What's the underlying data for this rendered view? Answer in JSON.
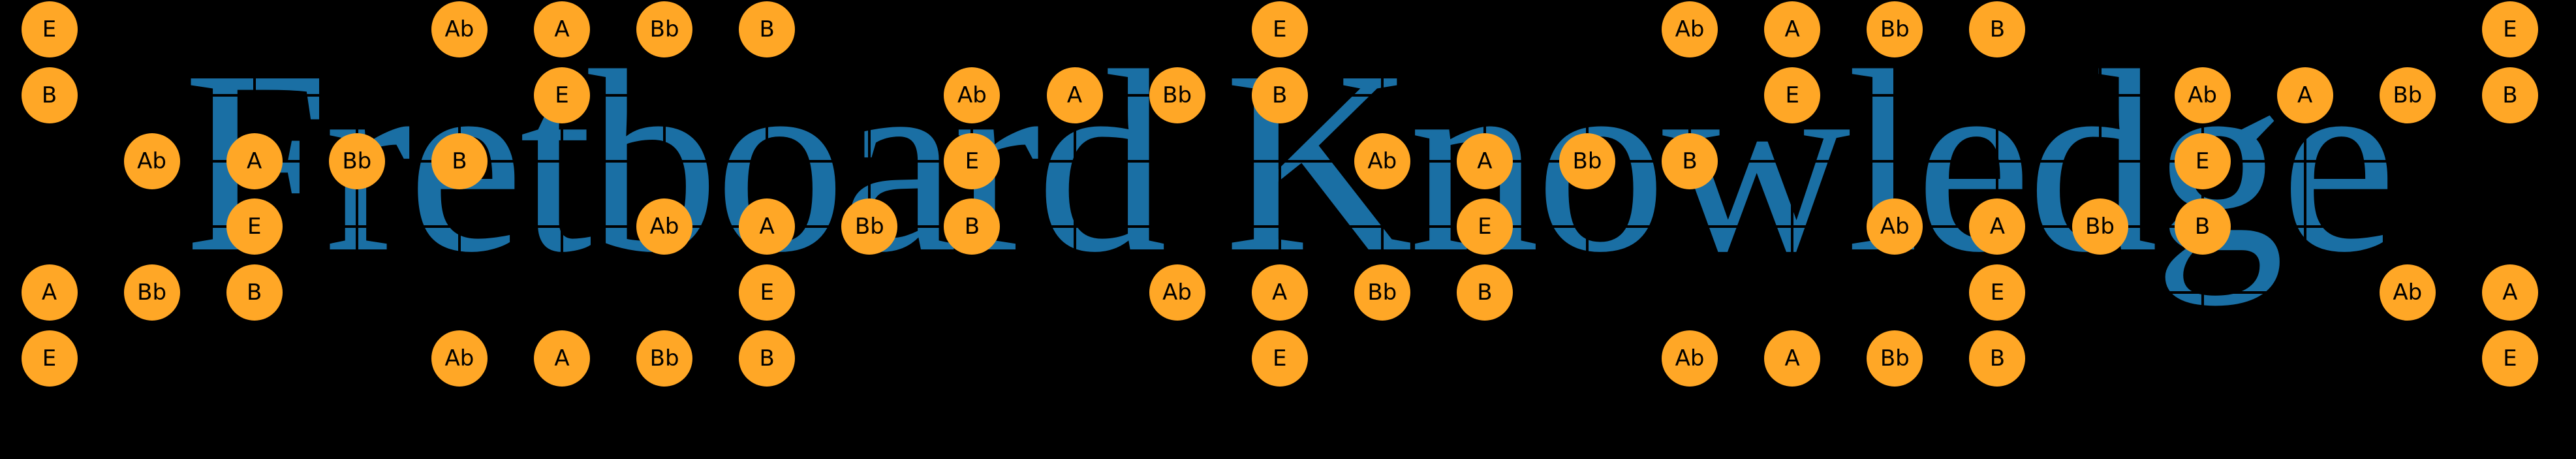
{
  "title": "Fretboard Knowledge",
  "colors": {
    "background": "#000000",
    "title": "#1a6fa4",
    "marker_fill": "#ffa726",
    "marker_text": "#000000",
    "grid_line": "#000000"
  },
  "fretboard": {
    "string_count": 6,
    "fret_count": 25,
    "note_labels_used": [
      "E",
      "Ab",
      "A",
      "Bb",
      "B"
    ],
    "strings": [
      {
        "notes": [
          {
            "fret": 0,
            "label": "E"
          },
          {
            "fret": 4,
            "label": "Ab"
          },
          {
            "fret": 5,
            "label": "A"
          },
          {
            "fret": 6,
            "label": "Bb"
          },
          {
            "fret": 7,
            "label": "B"
          },
          {
            "fret": 12,
            "label": "E"
          },
          {
            "fret": 16,
            "label": "Ab"
          },
          {
            "fret": 17,
            "label": "A"
          },
          {
            "fret": 18,
            "label": "Bb"
          },
          {
            "fret": 19,
            "label": "B"
          },
          {
            "fret": 24,
            "label": "E"
          }
        ]
      },
      {
        "notes": [
          {
            "fret": 0,
            "label": "B"
          },
          {
            "fret": 5,
            "label": "E"
          },
          {
            "fret": 9,
            "label": "Ab"
          },
          {
            "fret": 10,
            "label": "A"
          },
          {
            "fret": 11,
            "label": "Bb"
          },
          {
            "fret": 12,
            "label": "B"
          },
          {
            "fret": 17,
            "label": "E"
          },
          {
            "fret": 21,
            "label": "Ab"
          },
          {
            "fret": 22,
            "label": "A"
          },
          {
            "fret": 23,
            "label": "Bb"
          },
          {
            "fret": 24,
            "label": "B"
          }
        ]
      },
      {
        "notes": [
          {
            "fret": 1,
            "label": "Ab"
          },
          {
            "fret": 2,
            "label": "A"
          },
          {
            "fret": 3,
            "label": "Bb"
          },
          {
            "fret": 4,
            "label": "B"
          },
          {
            "fret": 9,
            "label": "E"
          },
          {
            "fret": 13,
            "label": "Ab"
          },
          {
            "fret": 14,
            "label": "A"
          },
          {
            "fret": 15,
            "label": "Bb"
          },
          {
            "fret": 16,
            "label": "B"
          },
          {
            "fret": 21,
            "label": "E"
          }
        ]
      },
      {
        "notes": [
          {
            "fret": 2,
            "label": "E"
          },
          {
            "fret": 6,
            "label": "Ab"
          },
          {
            "fret": 7,
            "label": "A"
          },
          {
            "fret": 8,
            "label": "Bb"
          },
          {
            "fret": 9,
            "label": "B"
          },
          {
            "fret": 14,
            "label": "E"
          },
          {
            "fret": 18,
            "label": "Ab"
          },
          {
            "fret": 19,
            "label": "A"
          },
          {
            "fret": 20,
            "label": "Bb"
          },
          {
            "fret": 21,
            "label": "B"
          }
        ]
      },
      {
        "notes": [
          {
            "fret": 0,
            "label": "A"
          },
          {
            "fret": 1,
            "label": "Bb"
          },
          {
            "fret": 2,
            "label": "B"
          },
          {
            "fret": 7,
            "label": "E"
          },
          {
            "fret": 11,
            "label": "Ab"
          },
          {
            "fret": 12,
            "label": "A"
          },
          {
            "fret": 13,
            "label": "Bb"
          },
          {
            "fret": 14,
            "label": "B"
          },
          {
            "fret": 19,
            "label": "E"
          },
          {
            "fret": 23,
            "label": "Ab"
          },
          {
            "fret": 24,
            "label": "A"
          }
        ]
      },
      {
        "notes": [
          {
            "fret": 0,
            "label": "E"
          },
          {
            "fret": 4,
            "label": "Ab"
          },
          {
            "fret": 5,
            "label": "A"
          },
          {
            "fret": 6,
            "label": "Bb"
          },
          {
            "fret": 7,
            "label": "B"
          },
          {
            "fret": 12,
            "label": "E"
          },
          {
            "fret": 16,
            "label": "Ab"
          },
          {
            "fret": 17,
            "label": "A"
          },
          {
            "fret": 18,
            "label": "Bb"
          },
          {
            "fret": 19,
            "label": "B"
          },
          {
            "fret": 24,
            "label": "E"
          }
        ]
      }
    ]
  }
}
